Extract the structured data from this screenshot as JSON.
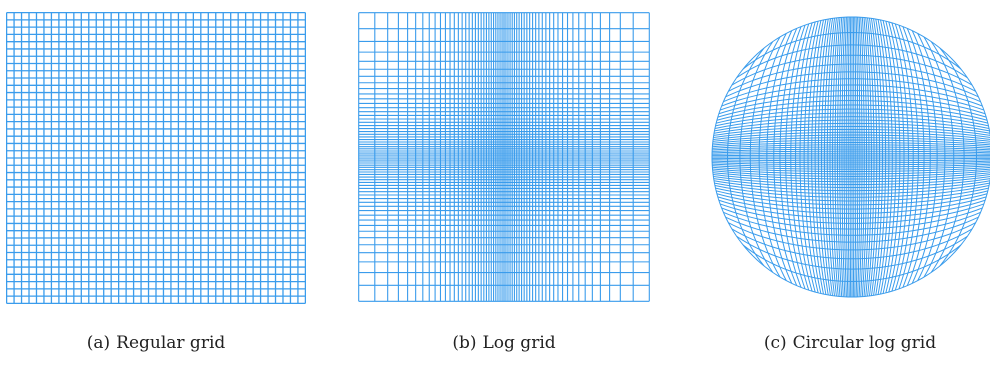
{
  "colors": {
    "grid_line": "#3a9cec",
    "caption_text": "#222222",
    "background": "#ffffff"
  },
  "panels": [
    {
      "id": "a",
      "tag": "(a)",
      "caption": "Regular grid"
    },
    {
      "id": "b",
      "tag": "(b)",
      "caption": "Log grid"
    },
    {
      "id": "c",
      "tag": "(c)",
      "caption": "Circular log grid"
    }
  ]
}
